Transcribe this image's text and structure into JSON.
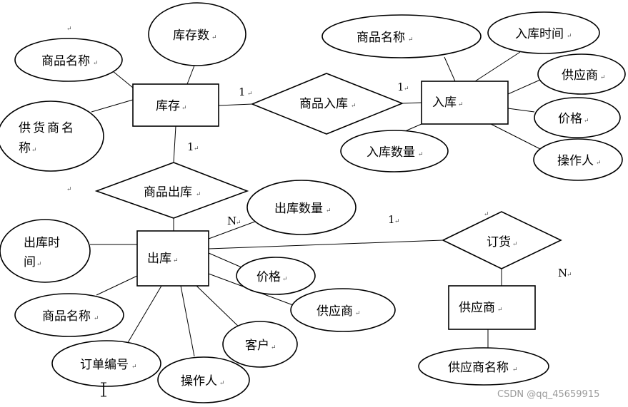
{
  "entities": {
    "inventory": "库存",
    "stock_in": "入库",
    "stock_out": "出库",
    "supplier": "供应商"
  },
  "relationships": {
    "product_stock_in": "商品入库",
    "product_stock_out": "商品出库",
    "order": "订货"
  },
  "attributes": {
    "inv_stock_qty": "库存数",
    "inv_product_name": "商品名称",
    "inv_supplier_name_1": "供货商名",
    "inv_supplier_name_2": "称",
    "in_product_name": "商品名称",
    "in_time": "入库时间",
    "in_supplier": "供应商",
    "in_price": "价格",
    "in_operator": "操作人",
    "in_quantity": "入库数量",
    "out_quantity": "出库数量",
    "out_time_1": "出库时",
    "out_time_2": "间",
    "out_price": "价格",
    "out_supplier": "供应商",
    "out_product_name": "商品名称",
    "out_customer": "客户",
    "out_order_no": "订单编号",
    "out_operator": "操作人",
    "sup_name": "供应商名称"
  },
  "cardinalities": {
    "inv_in_left": "1",
    "inv_in_right": "1",
    "inv_out_top": "1",
    "out_n": "N",
    "order_one": "1",
    "order_n": "N"
  },
  "return_mark": "↵",
  "watermark": "CSDN @qq_45659915"
}
